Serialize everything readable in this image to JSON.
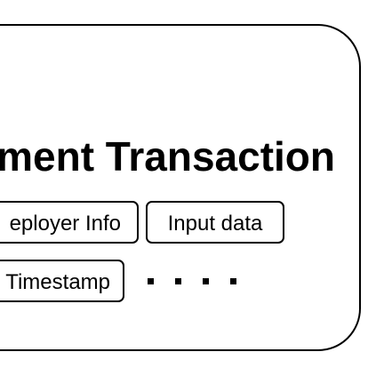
{
  "diagram": {
    "title": "ment Transaction",
    "fields": [
      {
        "label": "eployer Info"
      },
      {
        "label": "Input data"
      },
      {
        "label": "Timestamp"
      }
    ],
    "continuation": ". . . ."
  }
}
